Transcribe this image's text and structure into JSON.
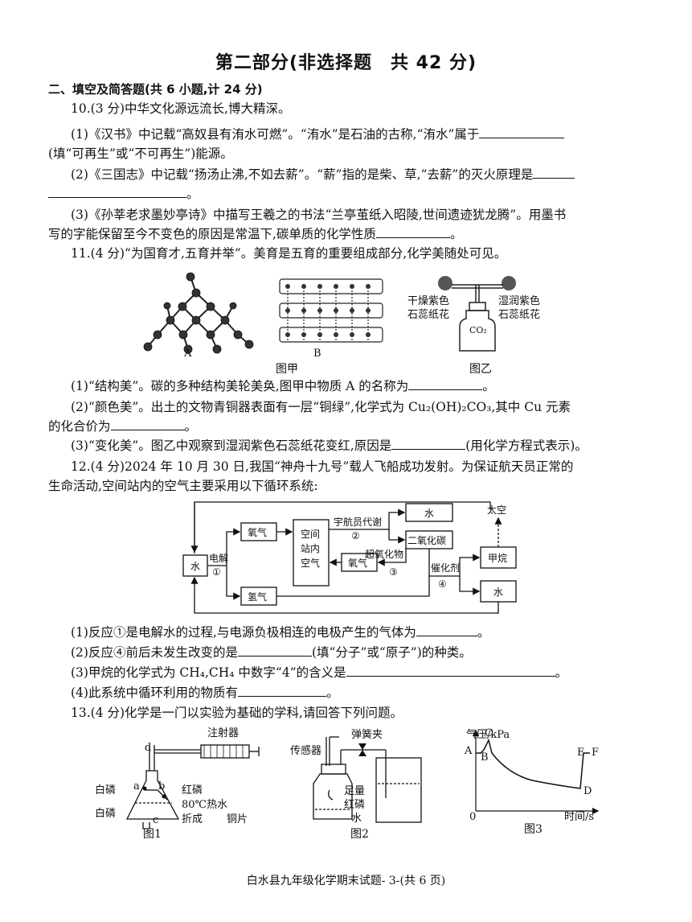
{
  "title": "第二部分(非选择题　共 42 分)",
  "section": "二、填空及简答题(共 6 小题,计 24 分)",
  "q10": {
    "stem": "10.(3 分)中华文化源远流长,博大精深。",
    "p1a": "(1)《汉书》中记载“高奴县有洧水可燃”。“洧水”是石油的古称,“洧水”属于",
    "p1b": "(填“可再生”或“不可再生”)能源。",
    "p2a": "(2)《三国志》中记载“扬汤止沸,不如去薪”。“薪”指的是柴、草,“去薪”的灭火原理是",
    "p2b": "。",
    "p3a": "(3)《孙莘老求墨妙亭诗》中描写王羲之的书法“兰亭茧纸入昭陵,世间遗迹犹龙腾”。用墨书",
    "p3b": "写的字能保留至今不变色的原因是常温下,碳单质的化学性质",
    "p3c": "。"
  },
  "q11": {
    "stem": "11.(4 分)“为国育才,五育并举”。美育是五育的重要组成部分,化学美随处可见。",
    "label_a": "A",
    "label_b": "B",
    "fig_jia": "图甲",
    "fig_yi": "图乙",
    "dry_label_1": "干燥紫色",
    "dry_label_2": "石蕊纸花",
    "wet_label_1": "湿润紫色",
    "wet_label_2": "石蕊纸花",
    "co2": "CO₂",
    "p1a": "(1)“结构美”。碳的多种结构美轮美奂,图甲中物质 A 的名称为",
    "p1b": "。",
    "p2a": "(2)“颜色美”。出土的文物青铜器表面有一层“铜绿”,化学式为 Cu₂(OH)₂CO₃,其中 Cu 元素",
    "p2b": "的化合价为",
    "p2c": "。",
    "p3a": "(3)“变化美”。图乙中观察到湿润紫色石蕊纸花变红,原因是",
    "p3b": "(用化学方程式表示)。"
  },
  "q12": {
    "stem1": "12.(4 分)2024 年 10 月 30 日,我国“神舟十九号”载人飞船成功发射。为保证航天员正常的",
    "stem2": "生命活动,空间站内的空气主要采用以下循环系统:",
    "d": {
      "water_left": "水",
      "electrolysis": "电解",
      "n1": "①",
      "oxygen": "氧气",
      "hydrogen": "氢气",
      "station_1": "空间",
      "station_2": "站内",
      "station_3": "空气",
      "metabolism": "宇航员代谢",
      "n2": "②",
      "water_top": "水",
      "co2": "二氧化碳",
      "oxygen2": "氧气",
      "superoxide": "超氧化物",
      "n3": "③",
      "catalyst": "催化剂",
      "n4": "④",
      "space": "太空",
      "methane": "甲烷",
      "water_bottom": "水"
    },
    "p1a": "(1)反应①是电解水的过程,与电源负极相连的电极产生的气体为",
    "p1b": "。",
    "p2a": "(2)反应④前后未发生改变的是",
    "p2b": "(填“分子”或“原子”)的种类。",
    "p3a": "(3)甲烷的化学式为 CH₄,CH₄ 中数字“4”的含义是",
    "p3b": "。",
    "p4a": "(4)此系统中循环利用的物质有",
    "p4b": "。"
  },
  "q13": {
    "stem": "13.(4 分)化学是一门以实验为基础的学科,请回答下列问题。",
    "f1": {
      "syringe": "注射器",
      "d": "d",
      "a": "a",
      "b": "b",
      "c": "c",
      "white_p": "白磷",
      "red_p": "红磷",
      "hot_water": "80℃热水",
      "white_p2": "白磷",
      "fold": "折成",
      "copper": "铜片",
      "cap": "图1"
    },
    "f2": {
      "sensor": "传感器",
      "clip": "弹簧夹",
      "enough_1": "足量",
      "enough_2": "红磷",
      "water": "水",
      "cap": "图2"
    },
    "f3": {
      "ylabel": "气压/kPa",
      "xlabel": "时间/s",
      "origin": "0",
      "A": "A",
      "B": "B",
      "C": "C",
      "D": "D",
      "E": "E",
      "F": "F",
      "cap": "图3"
    }
  },
  "footer": "白水县九年级化学期末试题- 3-(共 6 页)"
}
